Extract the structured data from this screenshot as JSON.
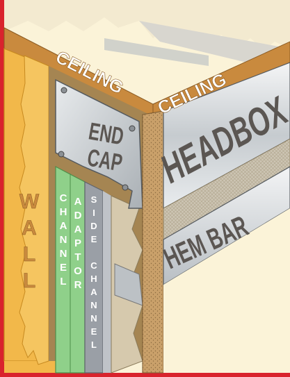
{
  "labels": {
    "ceiling_left": "CEILING",
    "ceiling_right": "CEILING",
    "headbox": "HEADBOX",
    "end_cap_line1": "END",
    "end_cap_line2": "CAP",
    "hem_bar": "HEM BAR",
    "wall": "WALL",
    "channel_adaptor_col1": "CHANNEL",
    "channel_adaptor_col2": "ADAPTOR",
    "side_channel": "SIDE CHANNEL"
  },
  "colors": {
    "border": "#d9232d",
    "ceiling_band": "#c98a3e",
    "wall": "#f2b84a",
    "wall_dark": "#d99a2b",
    "cork": "#c9a06a",
    "channel_green": "#8fd08a",
    "side_channel_gray": "#9a9fa6",
    "metal": "#cfd3d6",
    "mesh": "#c8bfae",
    "cream": "#fbf3d8",
    "text_dark": "#5b5652",
    "text_white": "#ffffff"
  }
}
